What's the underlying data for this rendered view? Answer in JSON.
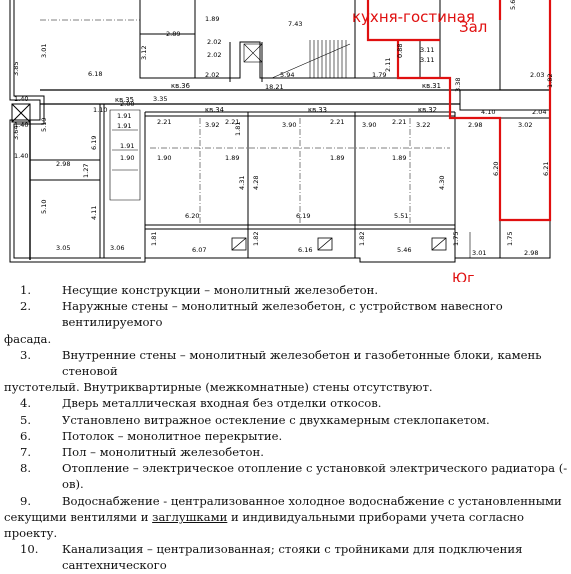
{
  "plan": {
    "labels_red": {
      "kitchen_living": "кухня-гостиная",
      "hall": "Зал",
      "south": "Юг"
    },
    "apartments": [
      "кв.36",
      "кв.35",
      "кв.34",
      "кв.33",
      "кв.32",
      "кв.31"
    ],
    "dimensions": [
      "1.89",
      "2.89",
      "7.43",
      "2.02",
      "3.12",
      "3.01",
      "3.85",
      "6.18",
      "2.02",
      "2.02",
      "5.94",
      "2.11",
      "0.88",
      "3.11",
      "3.11",
      "5.69",
      "1.79",
      "3.38",
      "2.03",
      "1.82",
      "1.40",
      "18.21",
      "2.00",
      "3.35",
      "1.10",
      "1.91",
      "1.91",
      "5.19",
      "3.64",
      "1.40",
      "1.40",
      "2.98",
      "6.19",
      "1.91",
      "1.90",
      "1.27",
      "2.21",
      "3.92",
      "2.21",
      "1.81",
      "3.90",
      "2.21",
      "3.90",
      "2.21",
      "3.22",
      "4.10",
      "2.98",
      "3.02",
      "2.04",
      "1.90",
      "1.89",
      "1.89",
      "1.89",
      "4.31",
      "4.28",
      "4.30",
      "6.20",
      "6.21",
      "5.10",
      "4.11",
      "6.20",
      "6.19",
      "5.51",
      "1.81",
      "6.07",
      "1.82",
      "6.16",
      "1.82",
      "5.46",
      "1.75",
      "3.01",
      "1.75",
      "2.98",
      "3.05",
      "3.06"
    ]
  },
  "notes": [
    {
      "num": "1.",
      "text": "Несущие конструкции – монолитный железобетон."
    },
    {
      "num": "2.",
      "text": "Наружные стены – монолитный железобетон, с устройством навесного вентилируемого",
      "cont": "фасада."
    },
    {
      "num": "3.",
      "text": "Внутренние стены – монолитный железобетон и газобетонные блоки, камень стеновой",
      "cont": "пустотелый. Внутриквартирные (межкомнатные) стены отсутствуют."
    },
    {
      "num": "4.",
      "text": "Дверь металлическая входная без отделки откосов."
    },
    {
      "num": "5.",
      "text": "Установлено витражное остекление с двухкамерным стеклопакетом."
    },
    {
      "num": "6.",
      "text": "Потолок – монолитное перекрытие."
    },
    {
      "num": "7.",
      "text": "Пол – монолитный железобетон."
    },
    {
      "num": "8.",
      "text": "Отопление – электрическое отопление с установкой электрического радиатора (-ов)."
    },
    {
      "num": "9.",
      "text": "Водоснабжение - централизованное холодное водоснабжение с установленными",
      "cont_a": "секущими вентилями и ",
      "cont_u": "заглушками",
      "cont_b": " и индивидуальными приборами учета согласно проекту."
    },
    {
      "num": "10.",
      "text": "Канализация – централизованная; стояки с тройниками для подключения сантехнического"
    }
  ]
}
